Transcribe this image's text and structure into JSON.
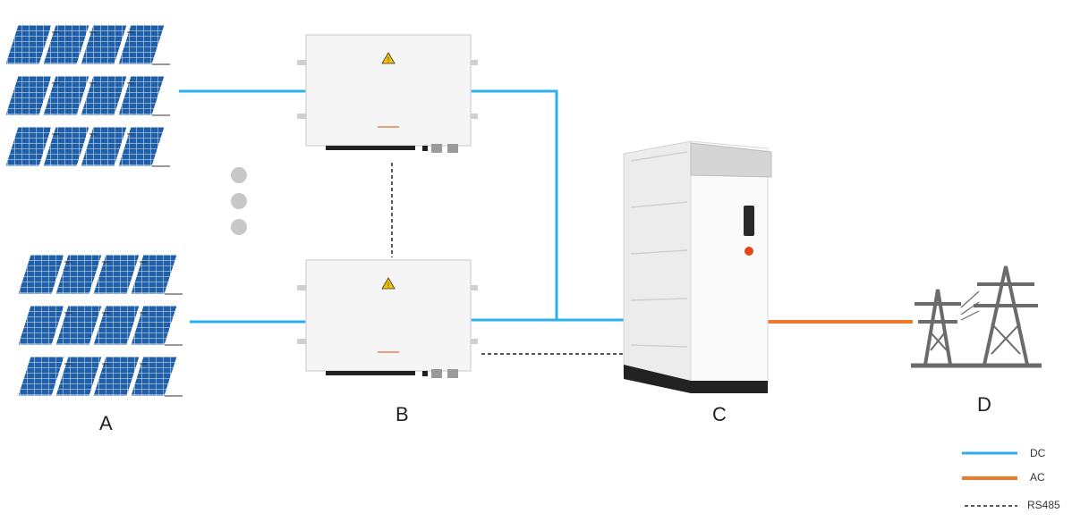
{
  "labels": {
    "pv_array": "A",
    "combiner_box": "B",
    "battery_cabinet": "C",
    "grid": "D"
  },
  "legend": {
    "dc": "DC",
    "ac": "AC",
    "rs485": "RS485"
  },
  "colors": {
    "dc": "#2bb0ea",
    "ac": "#f07a2a",
    "rs485": "#222222",
    "panel": "#1f5fa8",
    "tower": "#6b6b6b",
    "ellipsis": "#c8c8c8"
  },
  "icons": {
    "combiner_warning": "warning-triangle-icon",
    "grid": "transmission-tower-icon"
  }
}
